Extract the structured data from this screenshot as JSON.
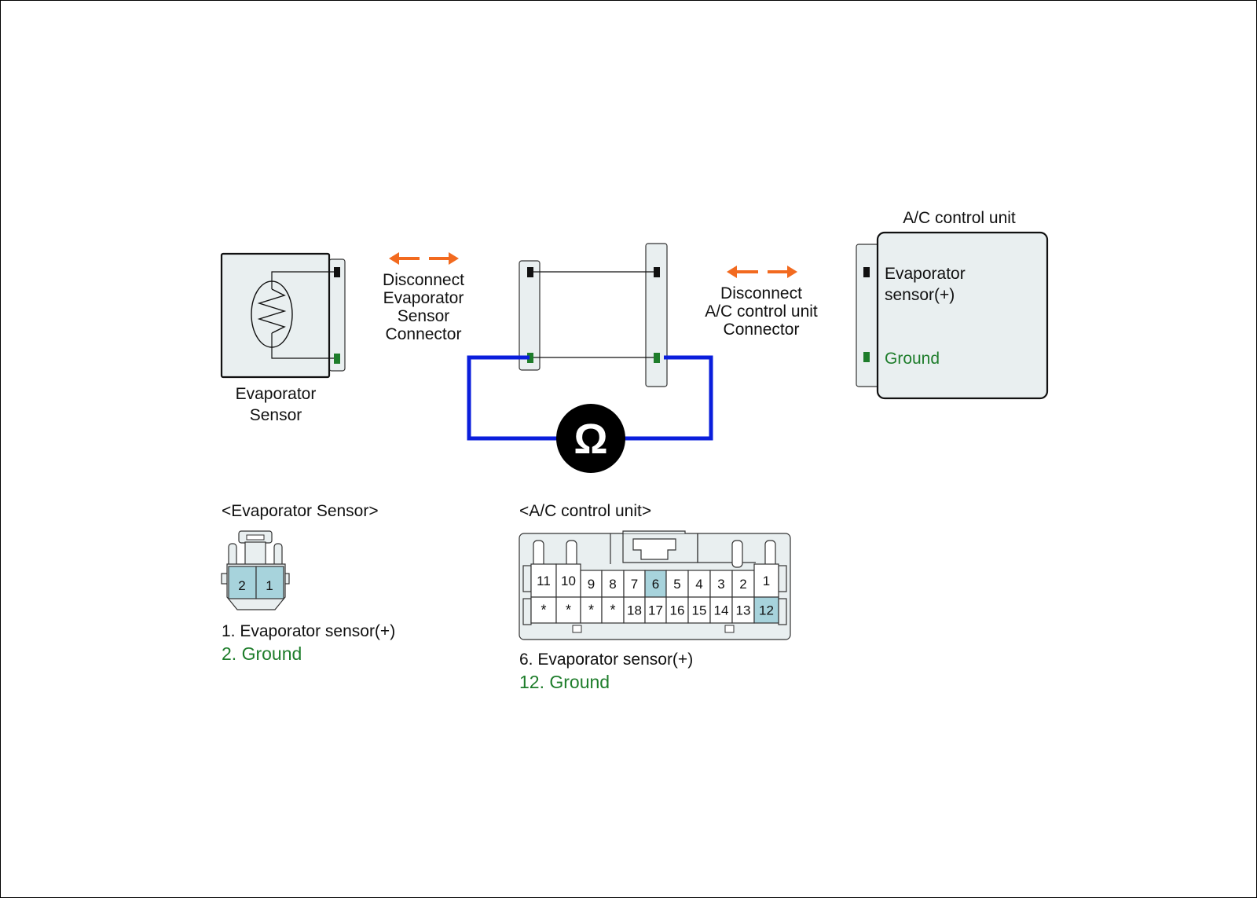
{
  "colors": {
    "ground": "#1e7d2b",
    "test_lead": "#0a1edc",
    "disconnect_arrow": "#f26a1f",
    "highlight_pin": "#a7d3dc",
    "connector_fill": "#e9eff0"
  },
  "sensor": {
    "label_line1": "Evaporator",
    "label_line2": "Sensor"
  },
  "disconnect_sensor": {
    "line1": "Disconnect",
    "line2": "Evaporator",
    "line3": "Sensor",
    "line4": "Connector"
  },
  "disconnect_acu": {
    "line1": "Disconnect",
    "line2": "A/C control unit",
    "line3": "Connector"
  },
  "acu": {
    "title": "A/C control unit",
    "pin_plus_line1": "Evaporator",
    "pin_plus_line2": "sensor(+)",
    "pin_ground": "Ground"
  },
  "meter": {
    "icon": "ohmmeter-icon",
    "symbol": "Ω"
  },
  "sensor_connector": {
    "title": "<Evaporator Sensor>",
    "pins": [
      "2",
      "1"
    ],
    "highlighted": [
      "2",
      "1"
    ],
    "legend": [
      {
        "text": "1. Evaporator sensor(+)",
        "color": "black"
      },
      {
        "text": "2. Ground",
        "color": "green"
      }
    ]
  },
  "acu_connector": {
    "title": "<A/C control unit>",
    "top_row": [
      "11",
      "10",
      "9",
      "8",
      "7",
      "6",
      "5",
      "4",
      "3",
      "2",
      "1"
    ],
    "bottom_row": [
      "*",
      "*",
      "*",
      "*",
      "18",
      "17",
      "16",
      "15",
      "14",
      "13",
      "12"
    ],
    "highlighted": [
      "6",
      "12"
    ],
    "legend": [
      {
        "text": "6. Evaporator sensor(+)",
        "color": "black"
      },
      {
        "text": "12. Ground",
        "color": "green"
      }
    ]
  }
}
